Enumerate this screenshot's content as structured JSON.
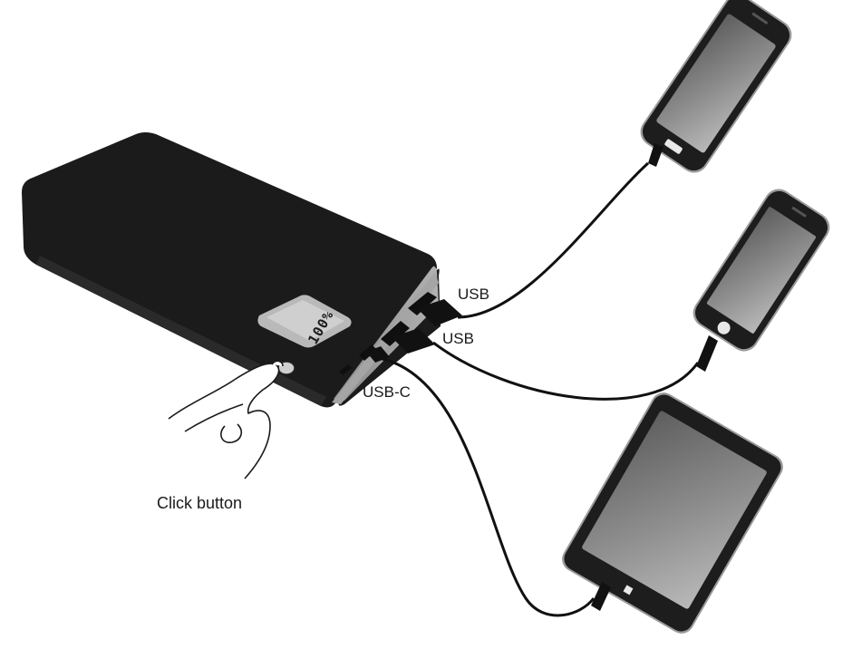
{
  "labels": {
    "usb_top": "USB",
    "usb_bottom": "USB",
    "usb_c": "USB-C",
    "click_button": "Click button"
  },
  "display": {
    "readout": "100%"
  },
  "colors": {
    "device_body": "#1b1b1b",
    "device_face": "#9b9b9b",
    "screen": "#7d7d7d",
    "cable": "#111111",
    "background": "#ffffff"
  },
  "icons": [
    "power-bank-icon",
    "smartphone-icon",
    "hand-icon"
  ]
}
